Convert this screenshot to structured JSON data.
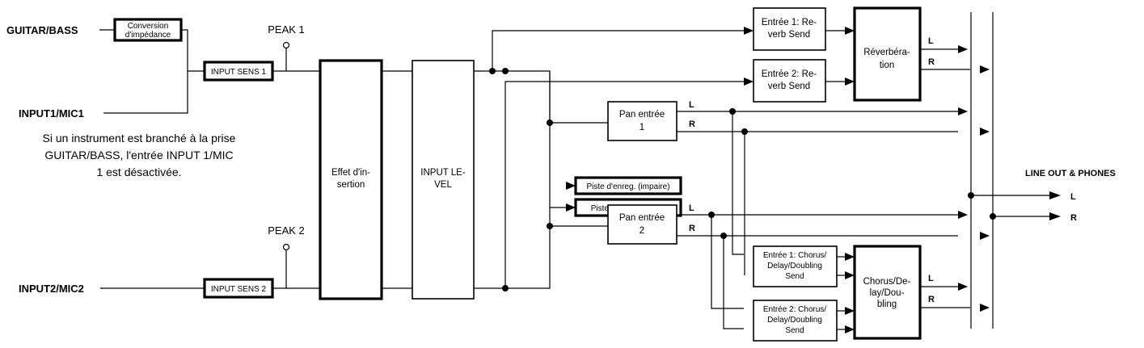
{
  "inputs": {
    "guitar_bass": "GUITAR/BASS",
    "input1_mic1": "INPUT1/MIC1",
    "input2_mic2": "INPUT2/MIC2"
  },
  "blocks": {
    "conversion": [
      "Conversion",
      "d'impédance"
    ],
    "input_sens_1": "INPUT SENS 1",
    "input_sens_2": "INPUT SENS 2",
    "insert_effect": [
      "Effet d'in-",
      "sertion"
    ],
    "input_level": [
      "INPUT LE-",
      "VEL"
    ],
    "rec_track_odd": "Piste d'enreg. (impaire)",
    "rec_track_even": "Piste d'enreg. (paire)",
    "pan_input_1": [
      "Pan entrée",
      "1"
    ],
    "pan_input_2": [
      "Pan entrée",
      "2"
    ],
    "reverb_send_1": [
      "Entrée 1: Re-",
      "verb Send"
    ],
    "reverb_send_2": [
      "Entrée 2: Re-",
      "verb Send"
    ],
    "reverb": [
      "Réverbéra-",
      "tion"
    ],
    "chorus_send_1": [
      "Entrée 1: Chorus/",
      "Delay/Doubling",
      "Send"
    ],
    "chorus_send_2": [
      "Entrée 2: Chorus/",
      "Delay/Doubling",
      "Send"
    ],
    "chorus": [
      "Chorus/De-",
      "lay/Dou-",
      "bling"
    ]
  },
  "labels": {
    "peak_1": "PEAK 1",
    "peak_2": "PEAK 2",
    "left": "L",
    "right": "R",
    "line_out": "LINE OUT & PHONES"
  },
  "note": [
    "Si un instrument est branché à la prise",
    "GUITAR/BASS, l'entrée INPUT 1/MIC",
    "1 est désactivée."
  ]
}
